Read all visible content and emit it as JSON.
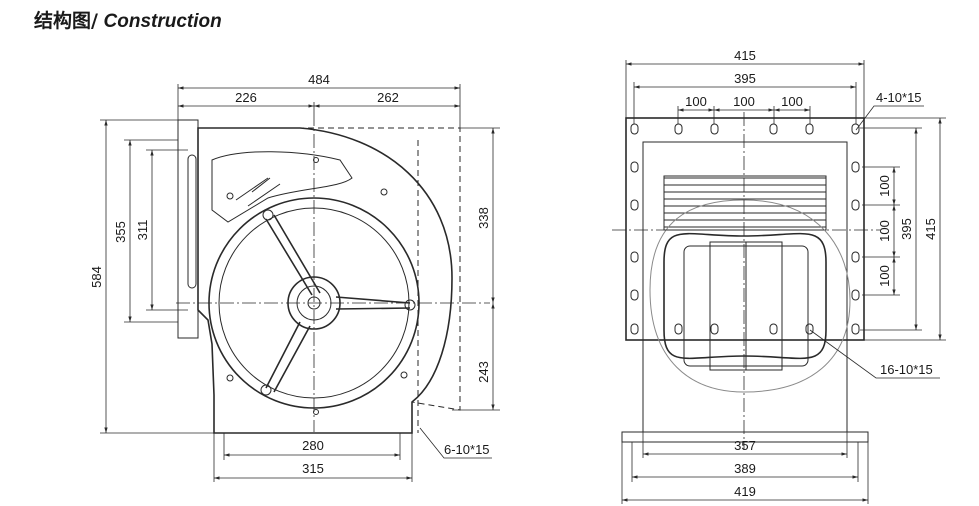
{
  "title": {
    "cn": "结构图/",
    "en": "Construction"
  },
  "side_view": {
    "dims": {
      "overall_width": "484",
      "left_width": "226",
      "right_width": "262",
      "height_overall": "584",
      "height_355": "355",
      "height_311": "311",
      "right_upper": "338",
      "right_lower": "243",
      "base_280": "280",
      "base_315": "315",
      "holes": "6-10*15"
    }
  },
  "front_view": {
    "dims": {
      "top_415": "415",
      "top_395": "395",
      "pitch_1": "100",
      "pitch_2": "100",
      "pitch_3": "100",
      "holes_top": "4-10*15",
      "side_pitch_1": "100",
      "side_pitch_2": "100",
      "side_pitch_3": "100",
      "side_395": "395",
      "side_415": "415",
      "holes_flange": "16-10*15",
      "bottom_357": "357",
      "bottom_389": "389",
      "bottom_419": "419"
    }
  }
}
